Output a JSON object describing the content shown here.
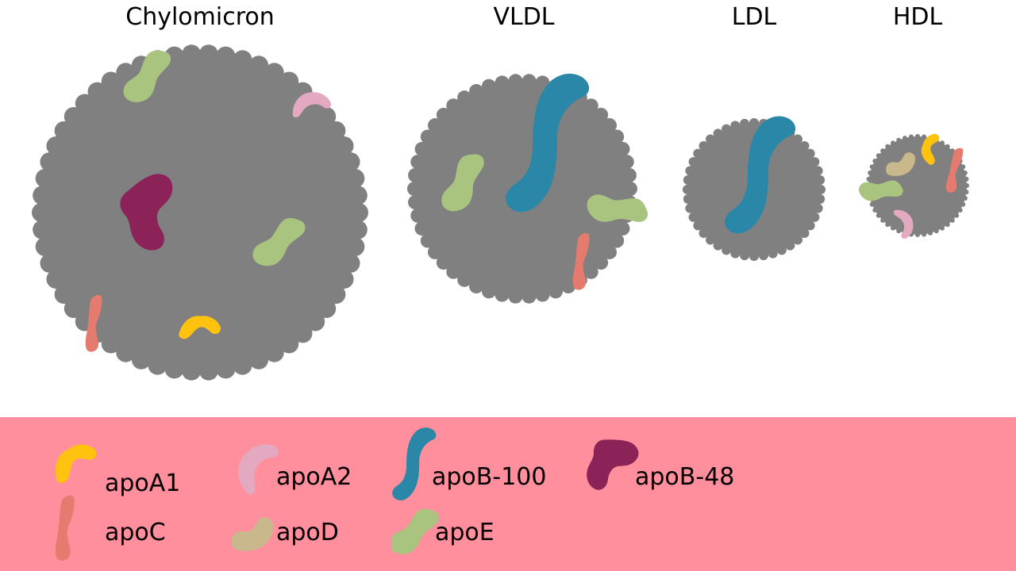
{
  "particles": [
    {
      "name": "Chylomicron"
    },
    {
      "name": "VLDL"
    },
    {
      "name": "LDL"
    },
    {
      "name": "HDL"
    }
  ],
  "colors": {
    "core": "#808080",
    "background": "#ffffff",
    "legend_background": "#ff8f9d",
    "apoA1": "#ffc20e",
    "apoA2": "#e2a9c0",
    "apoB100": "#2a87a8",
    "apoB48": "#8b2258",
    "apoC": "#e57b6e",
    "apoD": "#c9b88c",
    "apoE": "#a9c47f"
  },
  "legend": {
    "items": [
      {
        "key": "apoA1",
        "label": "apoA1",
        "icon": "apoA1-icon"
      },
      {
        "key": "apoA2",
        "label": "apoA2",
        "icon": "apoA2-icon"
      },
      {
        "key": "apoB100",
        "label": "apoB-100",
        "icon": "apoB-100-icon"
      },
      {
        "key": "apoB48",
        "label": "apoB-48",
        "icon": "apoB-48-icon"
      },
      {
        "key": "apoC",
        "label": "apoC",
        "icon": "apoC-icon"
      },
      {
        "key": "apoD",
        "label": "apoD",
        "icon": "apoD-icon"
      },
      {
        "key": "apoE",
        "label": "apoE",
        "icon": "apoE-icon"
      }
    ]
  }
}
